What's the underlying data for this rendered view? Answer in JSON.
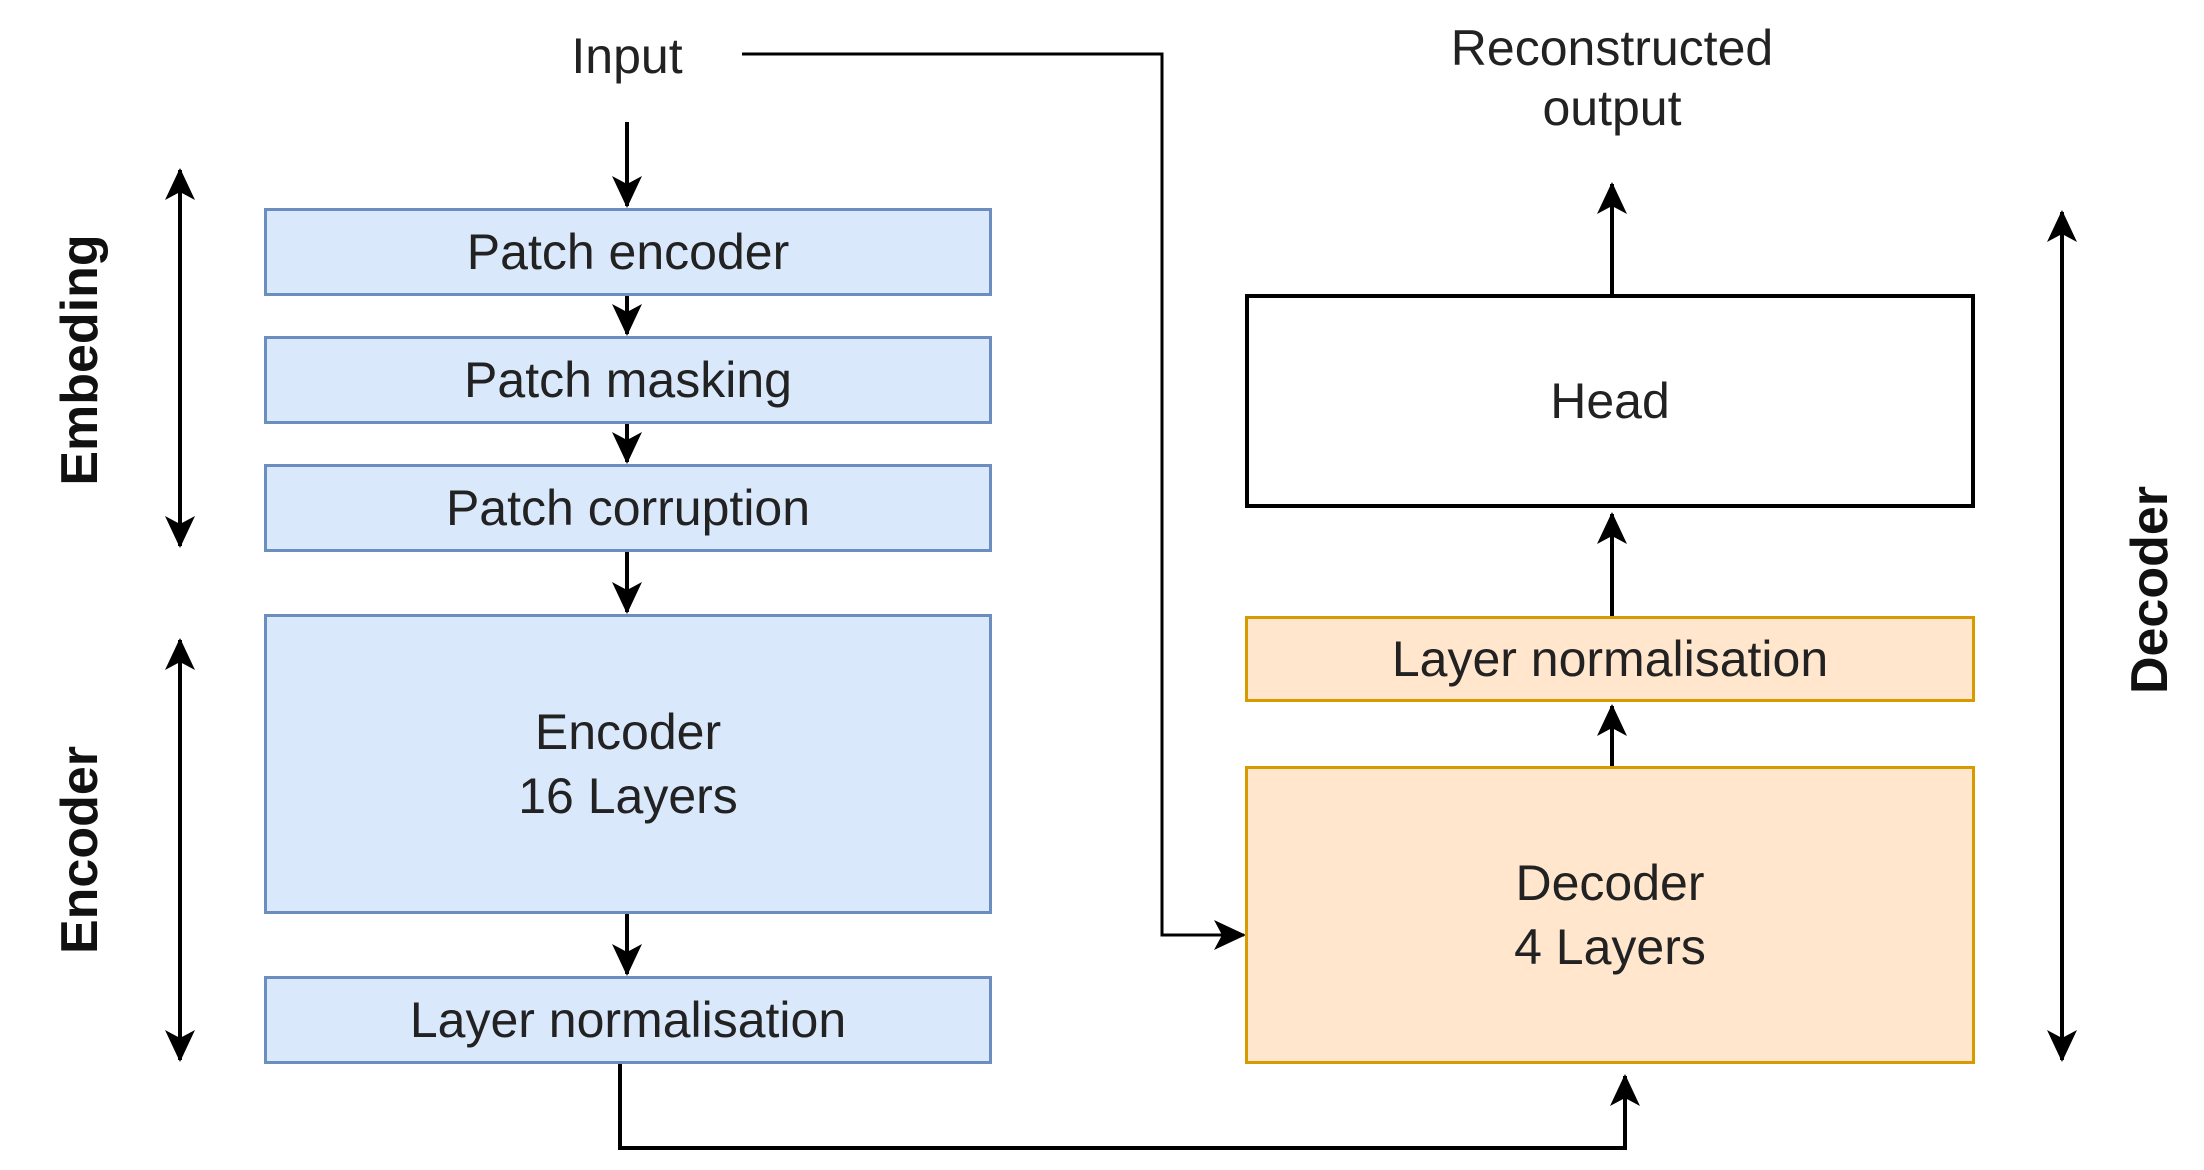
{
  "input_label": "Input",
  "output_label_line1": "Reconstructed",
  "output_label_line2": "output",
  "side_labels": {
    "embedding": "Embeding",
    "encoder": "Encoder",
    "decoder": "Decoder"
  },
  "encoder_stack": {
    "patch_encoder": "Patch encoder",
    "patch_masking": "Patch masking",
    "patch_corruption": "Patch corruption",
    "encoder_line1": "Encoder",
    "encoder_line2": "16 Layers",
    "layer_norm": "Layer normalisation"
  },
  "decoder_stack": {
    "head": "Head",
    "layer_norm": "Layer normalisation",
    "decoder_line1": "Decoder",
    "decoder_line2": "4 Layers"
  },
  "colors": {
    "encoder_fill": "#dae8fc",
    "encoder_stroke": "#6c8ebf",
    "decoder_fill": "#ffe6cc",
    "decoder_stroke": "#d79b00",
    "line": "#000000"
  }
}
